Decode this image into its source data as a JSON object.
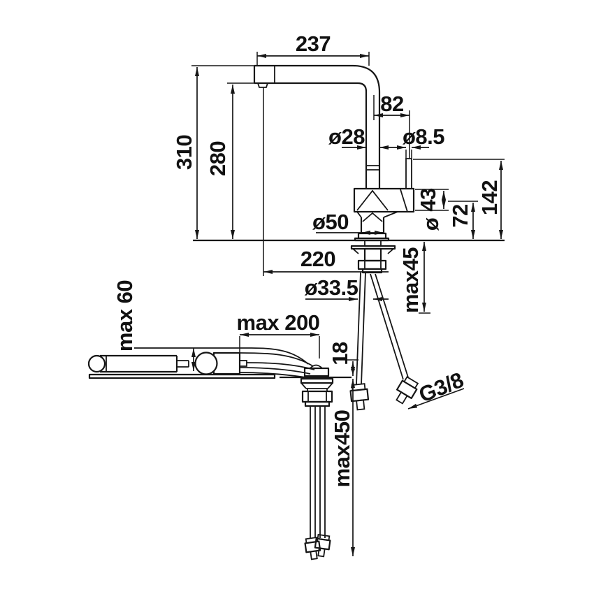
{
  "drawing": {
    "background": "#ffffff",
    "line_color": "#161616",
    "dimensions": {
      "spout_reach": "237",
      "total_height": "310",
      "spout_underside_height": "280",
      "rod_offset": "82",
      "spout_diameter": "ø28",
      "rod_diameter": "ø8.5",
      "handle_length": "43",
      "handle_dia_symbol": "ø",
      "rod_height": "142",
      "handle_height": "72",
      "base_diameter": "ø50",
      "outlet_reach": "220",
      "max_deck_thickness": "max45",
      "hole_diameter": "ø33.5",
      "head_clearance": "max 60",
      "pullout_extension": "max 200",
      "shank_offset": "18",
      "hose_length": "max450",
      "supply_thread": "G3/8"
    }
  }
}
